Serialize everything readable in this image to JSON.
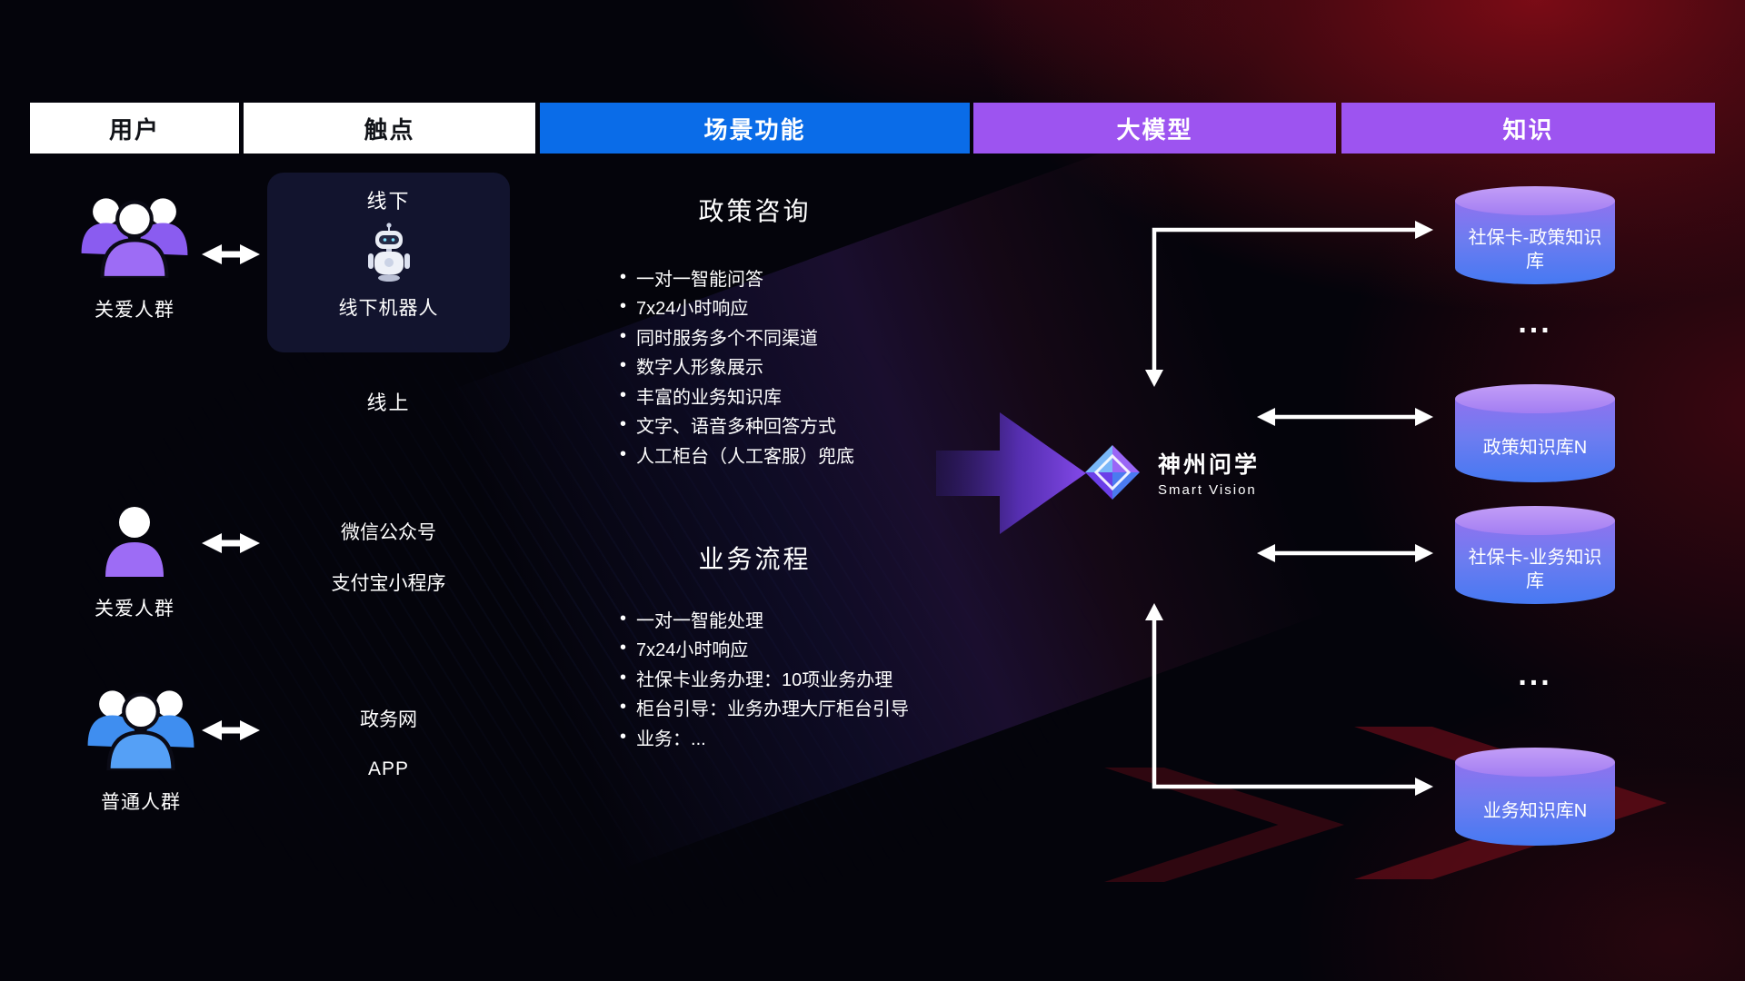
{
  "headers": [
    {
      "label": "用户",
      "variant": "white"
    },
    {
      "label": "触点",
      "variant": "white"
    },
    {
      "label": "场景功能",
      "variant": "blue"
    },
    {
      "label": "大模型",
      "variant": "purple"
    },
    {
      "label": "知识",
      "variant": "purple"
    }
  ],
  "users": [
    {
      "label": "关爱人群",
      "icon": "group-people-purple"
    },
    {
      "label": "关爱人群",
      "icon": "single-person-purple"
    },
    {
      "label": "普通人群",
      "icon": "group-people-blue"
    }
  ],
  "touchpoints": {
    "offline_title": "线下",
    "offline_robot_label": "线下机器人",
    "online_title": "线上",
    "wechat": "微信公众号",
    "alipay": "支付宝小程序",
    "gov": "政务网",
    "app": "APP"
  },
  "scenarios": {
    "policy": {
      "title": "政策咨询",
      "items": [
        "一对一智能问答",
        "7x24小时响应",
        "同时服务多个不同渠道",
        "数字人形象展示",
        "丰富的业务知识库",
        "文字、语音多种回答方式",
        "人工柜台（人工客服）兜底"
      ]
    },
    "business": {
      "title": "业务流程",
      "items": [
        "一对一智能处理",
        "7x24小时响应",
        "社保卡业务办理：10项业务办理",
        "柜台引导：业务办理大厅柜台引导",
        "业务：..."
      ]
    }
  },
  "model": {
    "name": "神州问学",
    "subtitle": "Smart Vision"
  },
  "knowledge": {
    "cylinders": [
      {
        "label": "社保卡-政策知识库"
      },
      {
        "label": "政策知识库N"
      },
      {
        "label": "社保卡-业务知识库"
      },
      {
        "label": "业务知识库N"
      }
    ],
    "dots": [
      "...",
      "..."
    ]
  },
  "colors": {
    "header_blue": "#0a6ce8",
    "header_purple": "#9d54f0",
    "cylinder_top": "#b793f4",
    "cylinder_bottom": "#4679f2",
    "big_arrow": "#7b3df0",
    "arrow_lines": "#ffffff",
    "user_icon_purple": "#9d6cf5",
    "user_icon_blue": "#55a0f6",
    "background_red_glow": "#c3101c"
  }
}
